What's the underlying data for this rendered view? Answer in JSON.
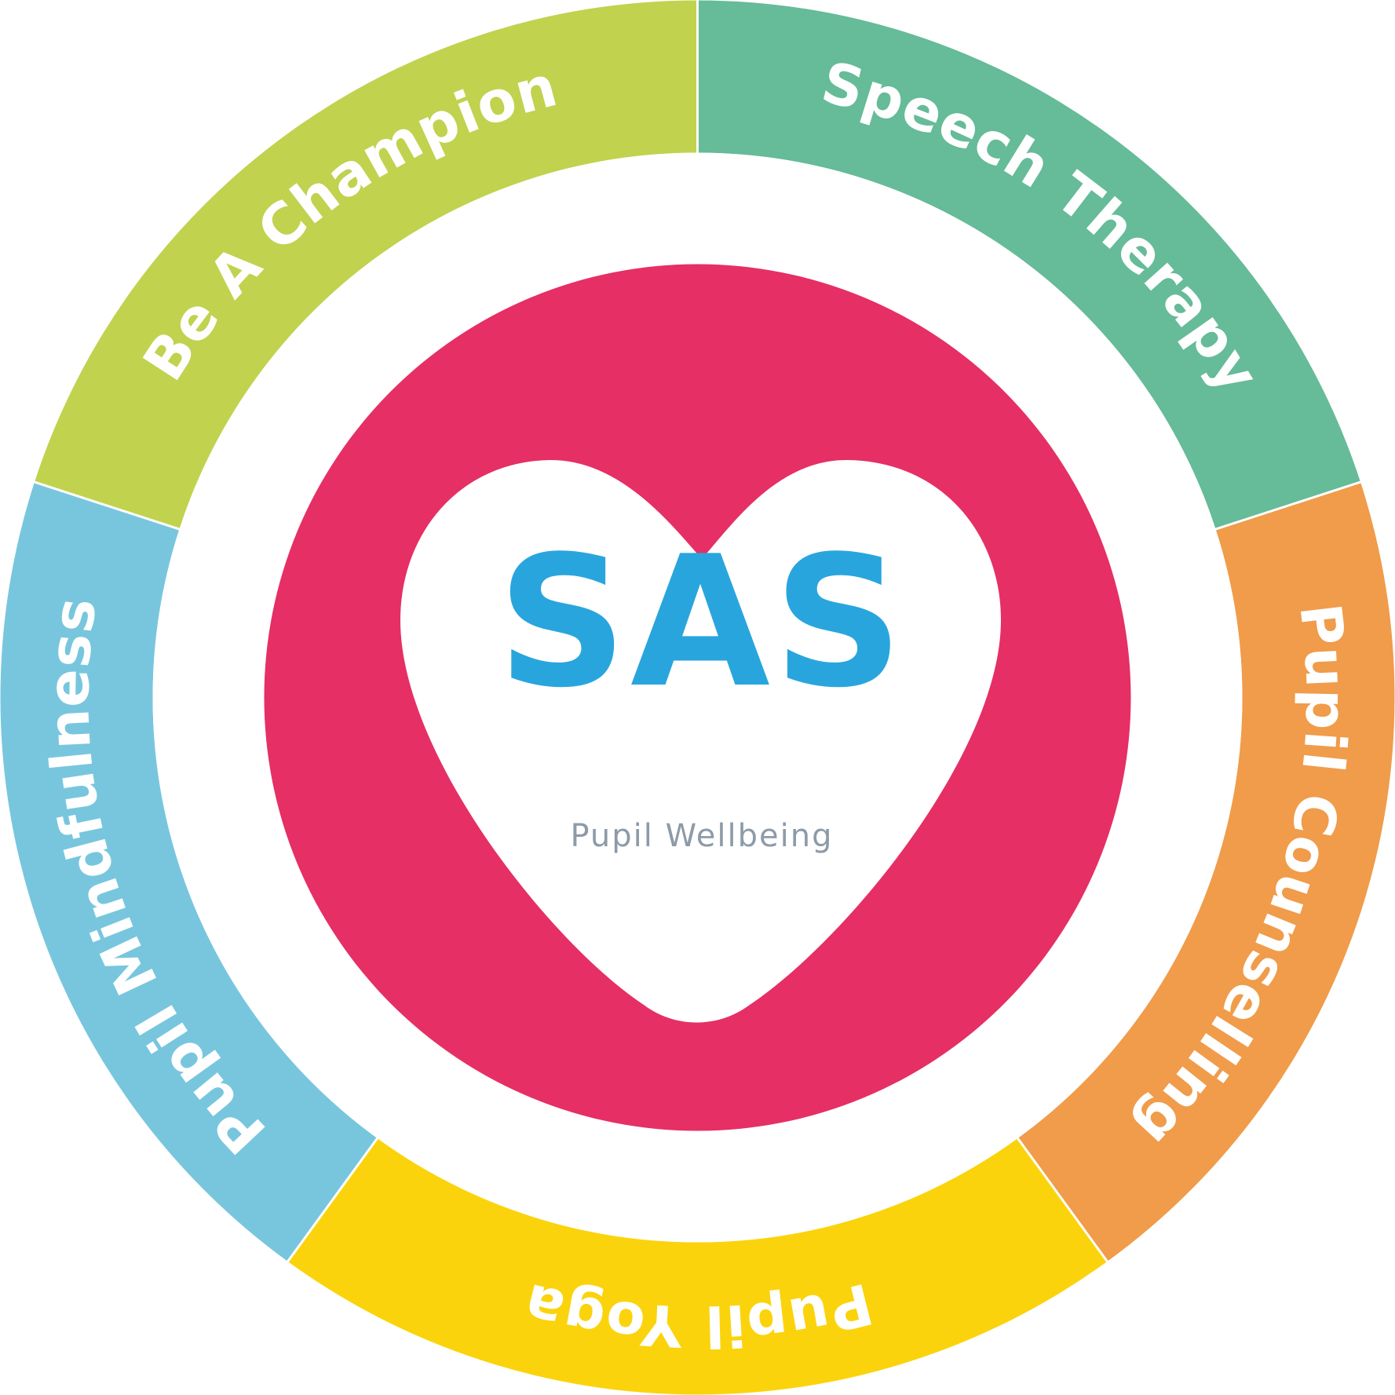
{
  "segments": [
    {
      "label": "Speech Therapy",
      "color": "#66BB99"
    },
    {
      "label": "Pupil Counselling",
      "color": "#F09C4A"
    },
    {
      "label": "Pupil Yoga",
      "color": "#FBD30C"
    },
    {
      "label": "Pupil Mindfulness",
      "color": "#78C6DE"
    },
    {
      "label": "Be A Champion",
      "color": "#C1D24E"
    }
  ],
  "center": {
    "brand": "SAS",
    "tagline": "Pupil Wellbeing",
    "circle_color": "#E52F65",
    "heart_color": "#FFFFFF",
    "brand_color": "#29A5DE",
    "tagline_color": "#8D9BA8",
    "heart_icon": "heart-icon"
  },
  "label_color": "#FFFFFF",
  "ring_gap_color": "#FFFFFF"
}
